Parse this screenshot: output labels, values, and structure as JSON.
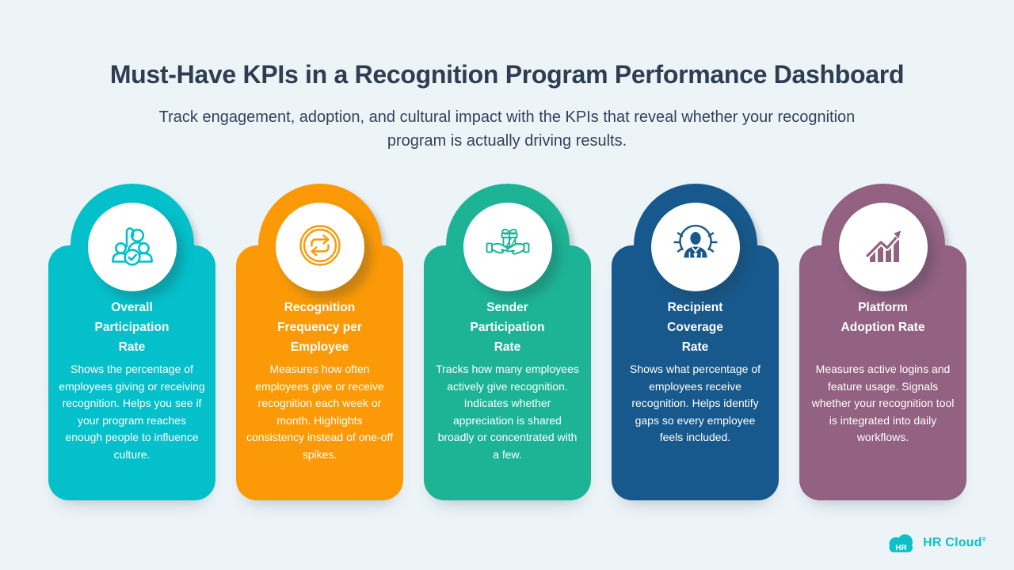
{
  "page": {
    "background": "#EDF4F8",
    "heading_color": "#2E3D51"
  },
  "header": {
    "title": "Must-Have KPIs in a Recognition Program Performance Dashboard",
    "subtitle": "Track engagement, adoption, and cultural impact with the KPIs that reveal whether your recognition program is actually driving results."
  },
  "cards": [
    {
      "icon": "team-check-icon",
      "color": "#04C0CA",
      "title": "Overall\nParticipation\nRate",
      "description": "Shows the percentage of employees giving or receiving recognition. Helps you see if your program reaches enough people to influence culture."
    },
    {
      "icon": "cycle-arrows-icon",
      "color": "#FB9A06",
      "title": "Recognition\nFrequency per\nEmployee",
      "description": "Measures how often employees give or receive recognition each week or month. Highlights consistency instead of one-off spikes."
    },
    {
      "icon": "gift-hands-icon",
      "color": "#1DB496",
      "title": "Sender\nParticipation\nRate",
      "description": "Tracks how many employees actively give recognition. Indicates whether appreciation is shared broadly or concentrated with a few."
    },
    {
      "icon": "spotlight-employee-icon",
      "color": "#17598C",
      "title": "Recipient\nCoverage\nRate",
      "description": "Shows what percentage of employees receive recognition. Helps identify gaps so every employee feels included."
    },
    {
      "icon": "growth-chart-icon",
      "color": "#936181",
      "title": "Platform\nAdoption Rate",
      "description": "Measures active logins and feature usage. Signals whether your recognition tool is integrated into daily workflows."
    }
  ],
  "footer": {
    "logo_color": "#0DC0C6",
    "logo_badge": "HR",
    "logo_text": "HR Cloud",
    "trademark": "®"
  }
}
